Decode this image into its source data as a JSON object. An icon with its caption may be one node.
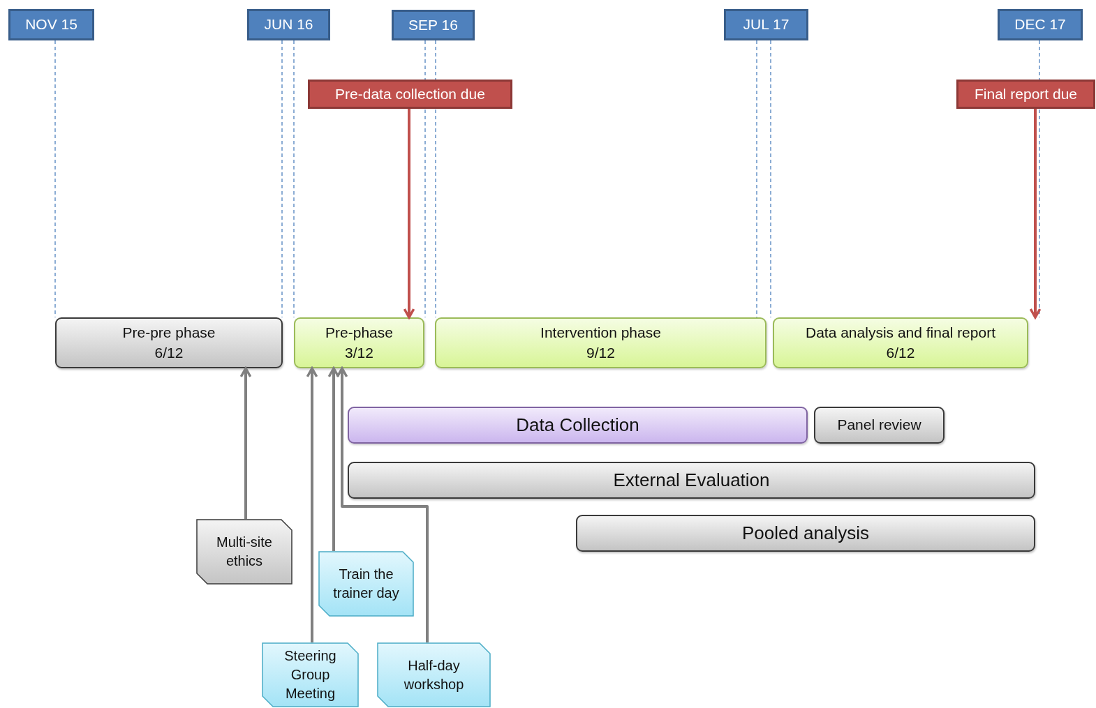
{
  "diagram": {
    "nodes": [
      {
        "text": [
          "NOV 15"
        ]
      },
      {
        "text": [
          "JUN 16"
        ]
      },
      {
        "text": [
          "SEP 16"
        ]
      },
      {
        "text": [
          "JUL 17"
        ]
      },
      {
        "text": [
          "DEC 17"
        ]
      },
      {
        "text": [
          "Pre-data collection due"
        ]
      },
      {
        "text": [
          "Final report  due"
        ]
      },
      {
        "text": [
          "Pre-pre phase",
          "6/12"
        ]
      },
      {
        "text": [
          "Pre-phase",
          "3/12"
        ]
      },
      {
        "text": [
          "Intervention  phase",
          "9/12"
        ]
      },
      {
        "text": [
          "Data analysis and final report",
          "6/12"
        ]
      },
      {
        "text": [
          "Data Collection"
        ]
      },
      {
        "text": [
          "Panel review"
        ]
      },
      {
        "text": [
          "External Evaluation"
        ]
      },
      {
        "text": [
          "Pooled analysis"
        ]
      },
      {
        "text": [
          "Multi-site ethics"
        ]
      },
      {
        "text": [
          "Train the trainer day"
        ]
      },
      {
        "text": [
          "Steering Group Meeting"
        ]
      },
      {
        "text": [
          "Half-day workshop"
        ]
      }
    ],
    "edges": [
      {
        "from": 5,
        "to": 8,
        "arrow": "to",
        "color": "#c0504d"
      },
      {
        "from": 6,
        "to": 10,
        "arrow": "to",
        "color": "#c0504d"
      },
      {
        "from": 15,
        "to": 7,
        "arrow": "to"
      },
      {
        "from": 17,
        "to": 8,
        "arrow": "to"
      },
      {
        "from": 16,
        "to": 8,
        "arrow": "to"
      },
      {
        "from": 18,
        "to": 8,
        "arrow": "to"
      }
    ]
  }
}
